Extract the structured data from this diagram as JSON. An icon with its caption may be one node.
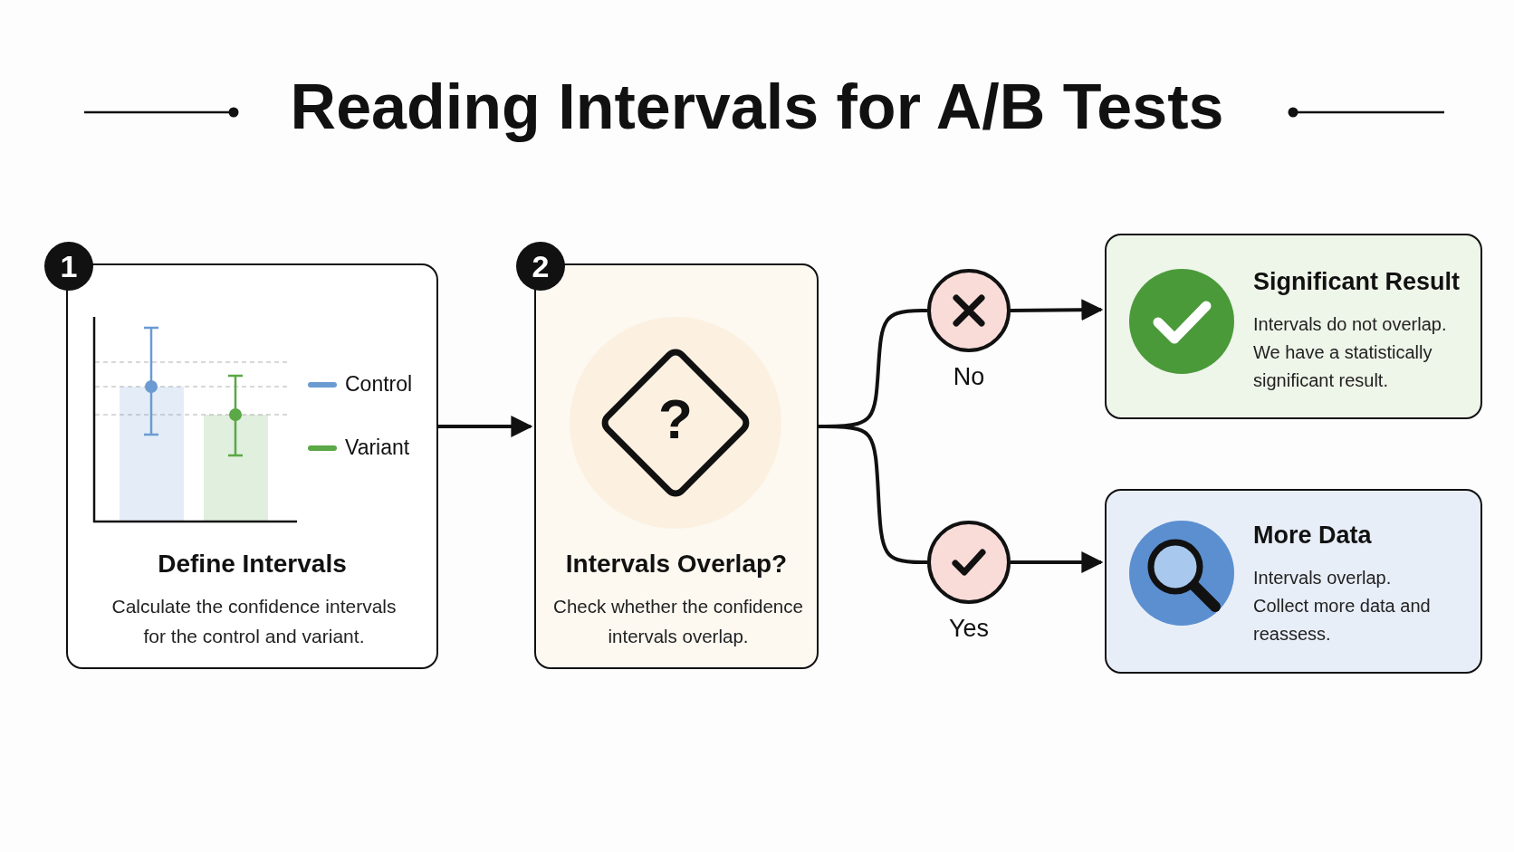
{
  "diagram": {
    "title": "Reading Intervals for A/B Tests",
    "nodes": [
      {
        "text": [
          "1"
        ]
      },
      {
        "text": [
          "Define Intervals",
          "Calculate the confidence intervals for the control and variant."
        ]
      },
      {
        "text": [
          "2"
        ]
      },
      {
        "text": [
          "Intervals Overlap?",
          "Check whether the confidence intervals overlap."
        ]
      },
      {
        "text": [],
        "shape": "circle",
        "beside": [
          "No"
        ]
      },
      {
        "text": [],
        "shape": "circle",
        "beside": [
          "Yes"
        ]
      },
      {
        "text": [
          "Significant Result",
          "Intervals do not overlap. We have a statistically significant result."
        ]
      },
      {
        "text": [
          "More Data",
          "Intervals overlap. Collect more data and reassess."
        ]
      }
    ],
    "edges": [
      {
        "from": 1,
        "to": 3,
        "arrow": "to"
      },
      {
        "from": 3,
        "to": 4,
        "arrow": "none"
      },
      {
        "from": 3,
        "to": 5,
        "arrow": "none"
      },
      {
        "from": 4,
        "to": 6,
        "arrow": "to"
      },
      {
        "from": 5,
        "to": 7,
        "arrow": "to"
      }
    ],
    "labels": [
      "?"
    ],
    "legend": [
      {
        "text": "Control",
        "color": "#6b9bd2"
      },
      {
        "text": "Variant",
        "color": "#5aa846"
      }
    ]
  }
}
